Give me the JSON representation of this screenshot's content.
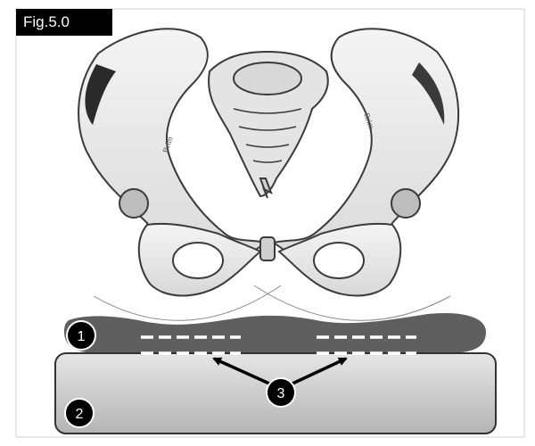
{
  "figure": {
    "label": "Fig.5.0",
    "bone_text_left": "Brim",
    "bone_text_right": "Brim",
    "markers": [
      "1",
      "2",
      "3"
    ],
    "colors": {
      "cushion": "#5f5f5f",
      "base_top": "#e6e6e6",
      "base_bottom": "#b4b4b4",
      "bone_fill": "#efefef",
      "bone_stroke": "#3a3a3a",
      "pressure_lines": "#ffffff",
      "arrow": "#000000"
    }
  }
}
